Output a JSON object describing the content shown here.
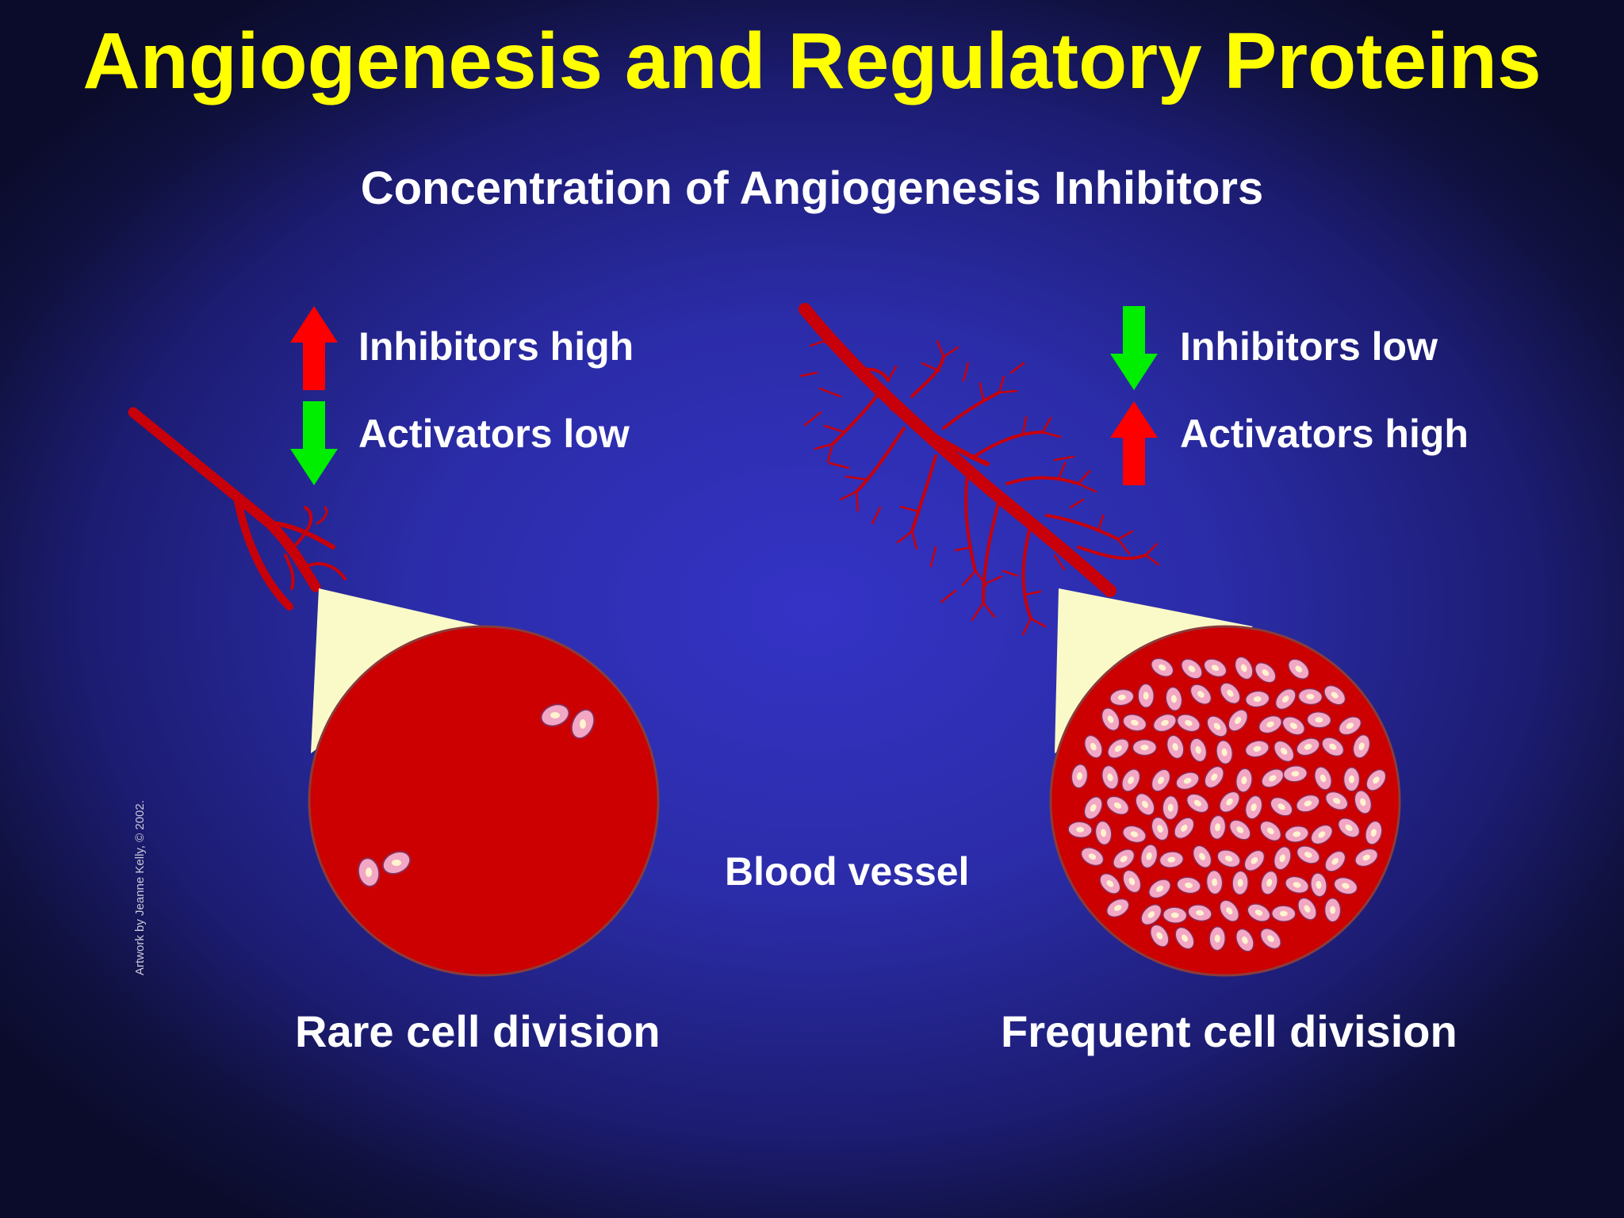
{
  "title": "Angiogenesis and Regulatory Proteins",
  "subtitle": "Concentration of Angiogenesis Inhibitors",
  "left_panel": {
    "inhibitors_label": "Inhibitors high",
    "inhibitors_arrow": "arrow-up-red",
    "activators_label": "Activators low",
    "activators_arrow": "arrow-down-green",
    "caption": "Rare cell division"
  },
  "right_panel": {
    "inhibitors_label": "Inhibitors low",
    "inhibitors_arrow": "arrow-down-green",
    "activators_label": "Activators high",
    "activators_arrow": "arrow-up-red",
    "caption": "Frequent cell division"
  },
  "center_label": "Blood vessel",
  "credit": "Artwork by Jeanne Kelly, © 2002.",
  "colors": {
    "title": "#ffff00",
    "text": "#ffffff",
    "vessel": "#c8000a",
    "tissue": "#cc0000",
    "cell": "#f2a7c4",
    "arrow_up": "#ff0000",
    "arrow_down": "#00ee00",
    "zoom_cone": "#fafac8"
  }
}
